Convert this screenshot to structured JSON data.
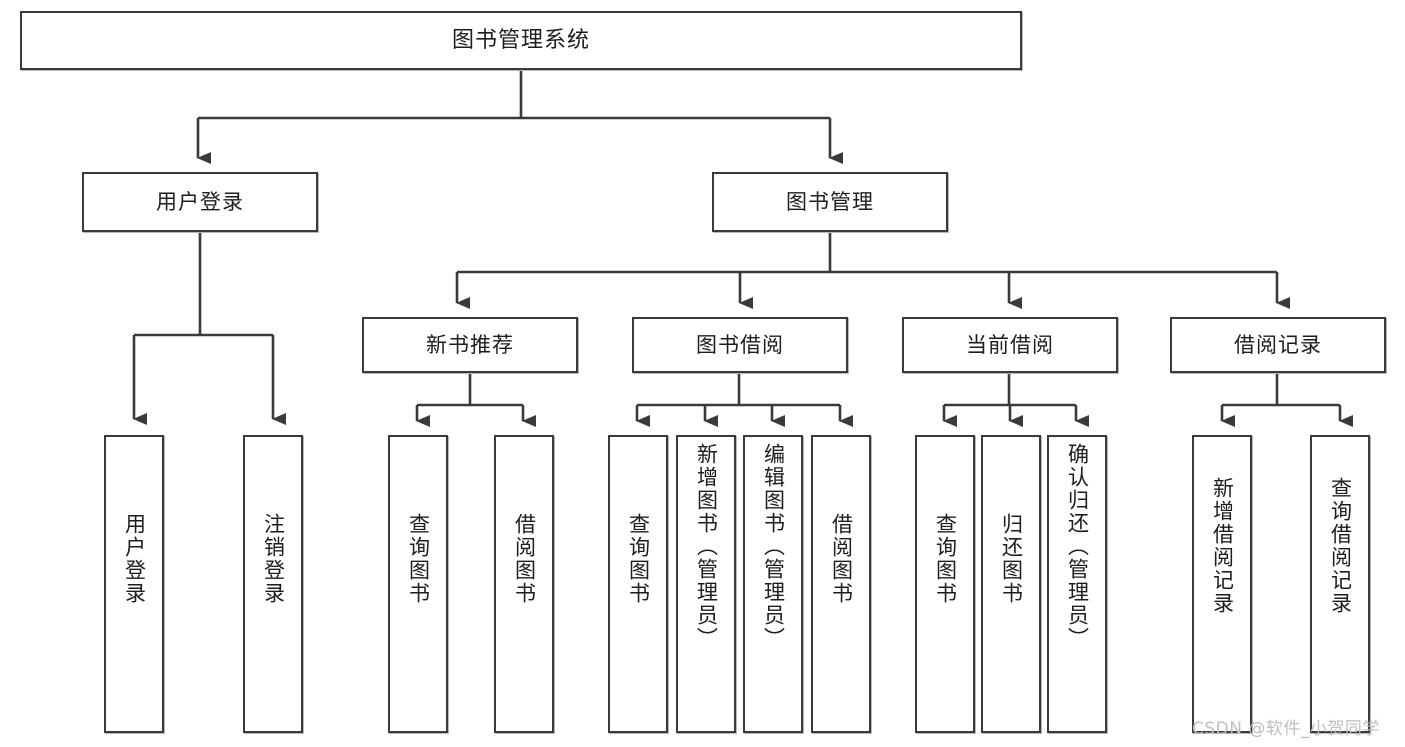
{
  "diagram": {
    "title": "图书管理系统",
    "stroke_color": "#3a3a3a",
    "text_color": "#1d1d1d",
    "background_color": "#ffffff",
    "watermark": "CSDN @软件_小贺同学",
    "nodes": {
      "root": {
        "label": "图书管理系统"
      },
      "level2": [
        {
          "id": "user-login",
          "label": "用户登录"
        },
        {
          "id": "book-manage",
          "label": "图书管理"
        }
      ],
      "level3": [
        {
          "id": "new-book-recommend",
          "label": "新书推荐"
        },
        {
          "id": "book-borrow",
          "label": "图书借阅"
        },
        {
          "id": "current-borrow",
          "label": "当前借阅"
        },
        {
          "id": "borrow-record",
          "label": "借阅记录"
        }
      ],
      "leaves": {
        "user_login": [
          {
            "id": "leaf-user-login",
            "label": "用户登录"
          },
          {
            "id": "leaf-logout-login",
            "label": "注销登录"
          }
        ],
        "new_book_recommend": [
          {
            "id": "leaf-query-book-1",
            "label": "查询图书"
          },
          {
            "id": "leaf-borrow-book-1",
            "label": "借阅图书"
          }
        ],
        "book_borrow": [
          {
            "id": "leaf-query-book-2",
            "label": "查询图书"
          },
          {
            "id": "leaf-add-book-admin",
            "label": "新增图书（管理员）"
          },
          {
            "id": "leaf-edit-book-admin",
            "label": "编辑图书（管理员）"
          },
          {
            "id": "leaf-borrow-book-2",
            "label": "借阅图书"
          }
        ],
        "current_borrow": [
          {
            "id": "leaf-query-book-3",
            "label": "查询图书"
          },
          {
            "id": "leaf-return-book",
            "label": "归还图书"
          },
          {
            "id": "leaf-confirm-return-admin",
            "label": "确认归还（管理员）"
          }
        ],
        "borrow_record": [
          {
            "id": "leaf-add-borrow-record",
            "label": "新增借阅记录"
          },
          {
            "id": "leaf-query-borrow-record",
            "label": "查询借阅记录"
          }
        ]
      }
    }
  }
}
